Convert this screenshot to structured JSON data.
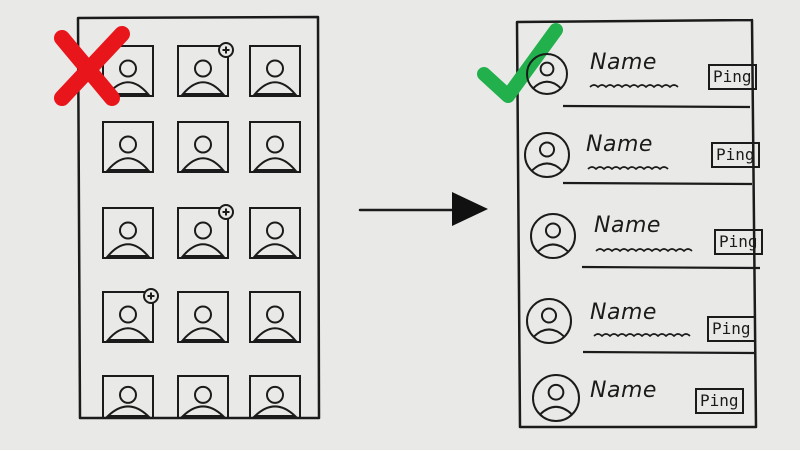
{
  "colors": {
    "paper": "#e9e9e7",
    "ink": "#1b1b1b",
    "bad_mark": "#e8151b",
    "good_mark": "#21b04b"
  },
  "left_panel": {
    "verdict_icon": "cross-mark-icon",
    "grid": {
      "rows": 5,
      "cols": 3
    }
  },
  "arrow_icon": "right-arrow-icon",
  "right_panel": {
    "verdict_icon": "check-mark-icon",
    "items": [
      {
        "name": "Name",
        "action": "Ping"
      },
      {
        "name": "Name",
        "action": "Ping"
      },
      {
        "name": "Name",
        "action": "Ping"
      },
      {
        "name": "Name",
        "action": "Ping"
      },
      {
        "name": "Name",
        "action": "Ping"
      }
    ]
  }
}
